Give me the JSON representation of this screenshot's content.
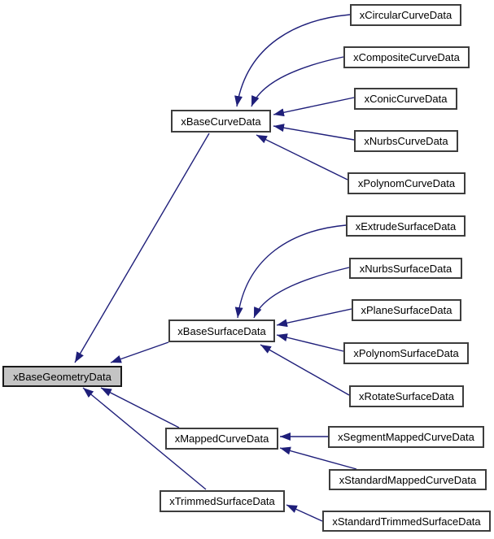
{
  "diagram": {
    "type": "class-inheritance-graph",
    "root": "xBaseGeometryData",
    "colors": {
      "edge": "#1f1f7a",
      "root_fill": "#c4c4c4",
      "node_fill": "#ffffff",
      "node_border": "#3d3d3d",
      "text": "#000000",
      "background": "#ffffff"
    },
    "nodes": [
      {
        "id": "xBaseGeometryData",
        "label": "xBaseGeometryData"
      },
      {
        "id": "xBaseCurveData",
        "label": "xBaseCurveData"
      },
      {
        "id": "xBaseSurfaceData",
        "label": "xBaseSurfaceData"
      },
      {
        "id": "xMappedCurveData",
        "label": "xMappedCurveData"
      },
      {
        "id": "xTrimmedSurfaceData",
        "label": "xTrimmedSurfaceData"
      },
      {
        "id": "xCircularCurveData",
        "label": "xCircularCurveData"
      },
      {
        "id": "xCompositeCurveData",
        "label": "xCompositeCurveData"
      },
      {
        "id": "xConicCurveData",
        "label": "xConicCurveData"
      },
      {
        "id": "xNurbsCurveData",
        "label": "xNurbsCurveData"
      },
      {
        "id": "xPolynomCurveData",
        "label": "xPolynomCurveData"
      },
      {
        "id": "xExtrudeSurfaceData",
        "label": "xExtrudeSurfaceData"
      },
      {
        "id": "xNurbsSurfaceData",
        "label": "xNurbsSurfaceData"
      },
      {
        "id": "xPlaneSurfaceData",
        "label": "xPlaneSurfaceData"
      },
      {
        "id": "xPolynomSurfaceData",
        "label": "xPolynomSurfaceData"
      },
      {
        "id": "xRotateSurfaceData",
        "label": "xRotateSurfaceData"
      },
      {
        "id": "xSegmentMappedCurveData",
        "label": "xSegmentMappedCurveData"
      },
      {
        "id": "xStandardMappedCurveData",
        "label": "xStandardMappedCurveData"
      },
      {
        "id": "xStandardTrimmedSurfaceData",
        "label": "xStandardTrimmedSurfaceData"
      }
    ],
    "edges": [
      {
        "from": "xBaseCurveData",
        "to": "xBaseGeometryData"
      },
      {
        "from": "xBaseSurfaceData",
        "to": "xBaseGeometryData"
      },
      {
        "from": "xMappedCurveData",
        "to": "xBaseGeometryData"
      },
      {
        "from": "xTrimmedSurfaceData",
        "to": "xBaseGeometryData"
      },
      {
        "from": "xCircularCurveData",
        "to": "xBaseCurveData"
      },
      {
        "from": "xCompositeCurveData",
        "to": "xBaseCurveData"
      },
      {
        "from": "xConicCurveData",
        "to": "xBaseCurveData"
      },
      {
        "from": "xNurbsCurveData",
        "to": "xBaseCurveData"
      },
      {
        "from": "xPolynomCurveData",
        "to": "xBaseCurveData"
      },
      {
        "from": "xExtrudeSurfaceData",
        "to": "xBaseSurfaceData"
      },
      {
        "from": "xNurbsSurfaceData",
        "to": "xBaseSurfaceData"
      },
      {
        "from": "xPlaneSurfaceData",
        "to": "xBaseSurfaceData"
      },
      {
        "from": "xPolynomSurfaceData",
        "to": "xBaseSurfaceData"
      },
      {
        "from": "xSegmentMappedCurveData",
        "to": "xMappedCurveData"
      },
      {
        "from": "xStandardMappedCurveData",
        "to": "xMappedCurveData"
      },
      {
        "from": "xRotateSurfaceData",
        "to": "xBaseSurfaceData"
      },
      {
        "from": "xStandardTrimmedSurfaceData",
        "to": "xTrimmedSurfaceData"
      }
    ]
  }
}
